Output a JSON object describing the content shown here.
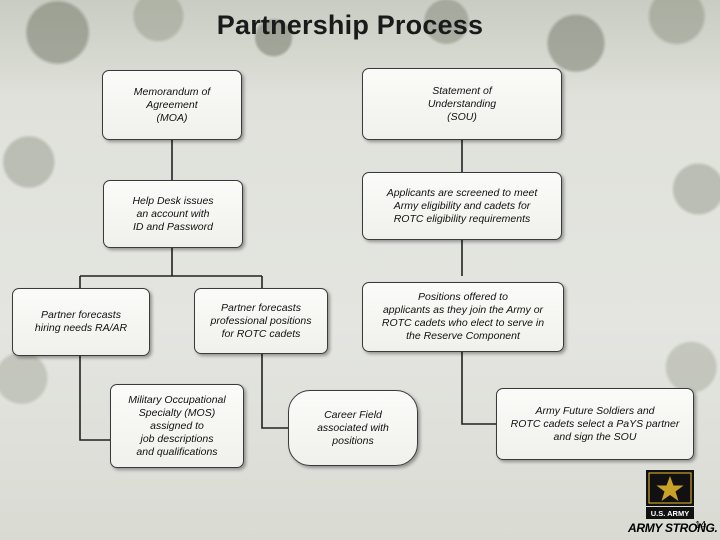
{
  "title": "Partnership Process",
  "boxes": {
    "moa": "Memorandum of\nAgreement\n(MOA)",
    "sou": "Statement of\nUnderstanding\n(SOU)",
    "help_desk": "Help Desk issues\nan account with\nID and Password",
    "screened": "Applicants are screened to meet\nArmy eligibility and cadets for\nROTC eligibility requirements",
    "hiring_needs": "Partner forecasts\nhiring needs RA/AR",
    "professional": "Partner forecasts\nprofessional positions\nfor ROTC cadets",
    "positions_offered": "Positions offered to\napplicants as they join the Army or\nROTC cadets who elect to serve in\nthe Reserve Component",
    "mos": "Military Occupational\nSpecialty (MOS)\nassigned to\njob descriptions\nand qualifications",
    "career_field": "Career Field\nassociated with\npositions",
    "future_soldiers": "Army Future Soldiers and\nROTC cadets select a PaYS partner\nand sign the SOU"
  },
  "logo": {
    "icon": "army-star-icon",
    "label": "U.S. ARMY",
    "tagline": "ARMY STRONG."
  },
  "page_number": "14",
  "colors": {
    "box_border": "#3a3a3a",
    "connector": "#222222",
    "logo_black": "#111111",
    "logo_gold": "#c9a227"
  }
}
